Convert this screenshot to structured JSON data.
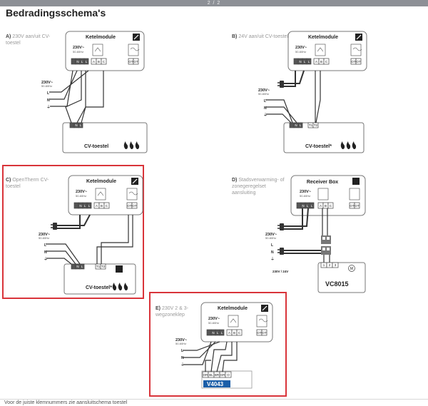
{
  "pager": "2 / 2",
  "page_title": "Bedradingsschema's",
  "footer_text": "Voor de juiste klemnummers zie aansluitschema toestel",
  "highlight_color": "#d9343a",
  "common": {
    "ketel_title": "Ketelmodule",
    "voltage": "230V~",
    "freq": "50-60Hz",
    "wire_L": "L",
    "wire_N": "N",
    "abc": [
      "A",
      "B",
      "C"
    ],
    "ot": [
      "OT",
      "OT"
    ]
  },
  "diagrams": [
    {
      "id": "A",
      "letter": "A)",
      "caption": "230V aan/uit CV-toestel",
      "supply": "230V~",
      "supply_freq": "50-60Hz",
      "device": "CV-toestel"
    },
    {
      "id": "B",
      "letter": "B)",
      "caption": "24V aan/uit CV-toestel",
      "supply": "230V~",
      "supply_freq": "50-60Hz",
      "device": "CV-toestel*",
      "t_terms": [
        "T1",
        "T2"
      ]
    },
    {
      "id": "C",
      "letter": "C)",
      "caption": "OpenTherm CV-toestel",
      "supply": "230V~",
      "supply_freq": "50-60Hz",
      "device": "CV-toestel*",
      "t_terms": [
        "T1",
        "T2"
      ],
      "highlighted": true
    },
    {
      "id": "D",
      "letter": "D)",
      "caption": "Stadsverwarming- of zonegeregelset aansluiting",
      "receiver_title": "Receiver Box",
      "supply": "230V~",
      "supply_freq": "50-60Hz",
      "supply2": "230V / 24V",
      "device": "VC8015",
      "valve_terms": [
        "1",
        "2",
        "3"
      ],
      "motor": "M"
    },
    {
      "id": "E",
      "letter": "E)",
      "caption": "230V 2 & 3-wegzoneklep",
      "supply": "230V~",
      "supply_freq": "50-60Hz",
      "device": "V4043",
      "valve_terms": [
        "OR",
        "BL",
        "BR",
        "GR",
        "O"
      ],
      "highlighted": true
    }
  ]
}
